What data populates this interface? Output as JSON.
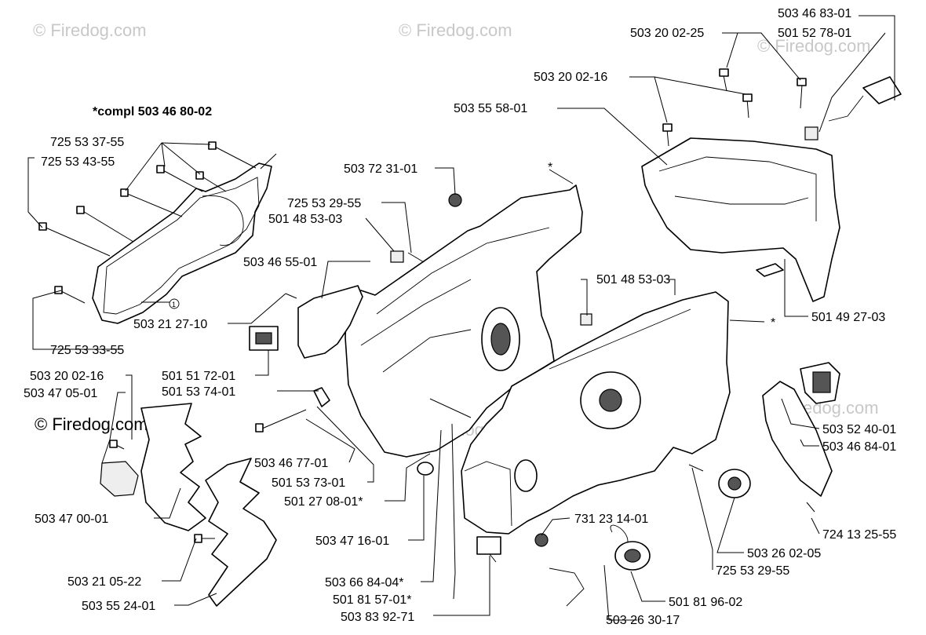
{
  "heading": "*compl 503 46 80-02",
  "watermarks": [
    "© Firedog.com",
    "© Firedog.com",
    "© Firedog.com",
    "© Firedog.com",
    "© Firedog.com",
    "© Firedog.com"
  ],
  "parts": [
    "503 46 83-01",
    "501 52 78-01",
    "503 20 02-25",
    "503 20 02-16",
    "503 55 58-01",
    "725 53 37-55",
    "725 53 43-55",
    "503 72 31-01",
    "725 53 29-55",
    "501 48 53-03",
    "503 46 55-01",
    "501 48 53-03",
    "503 21 27-10",
    "725 53 33-55",
    "501 49 27-03",
    "503 20 02-16",
    "503 47 05-01",
    "501 51 72-01",
    "501 53 74-01",
    "503 46 77-01",
    "501 53 73-01",
    "501 27 08-01*",
    "503 52 40-01",
    "503 46 84-01",
    "503 47 00-01",
    "731 23 14-01",
    "724 13 25-55",
    "503 47 16-01",
    "503 26 02-05",
    "725 53 29-55",
    "503 21 05-22",
    "503 66 84-04*",
    "503 55 24-01",
    "501 81 57-01*",
    "501 81 96-02",
    "503 83 92-71",
    "503 26 30-17"
  ],
  "callout": "1",
  "asterisks": [
    "*",
    "*"
  ]
}
